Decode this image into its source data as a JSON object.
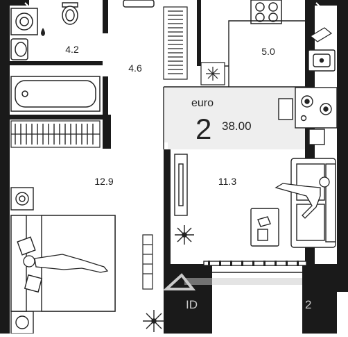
{
  "plan": {
    "type_label": "euro",
    "rooms_number": "2",
    "total_area": "38.00",
    "rooms": [
      {
        "id": "bathroom",
        "area": "4.2"
      },
      {
        "id": "hallway",
        "area": "4.6"
      },
      {
        "id": "kitchen",
        "area": "5.0"
      },
      {
        "id": "bedroom",
        "area": "12.9"
      },
      {
        "id": "living",
        "area": "11.3"
      }
    ]
  },
  "watermark": {
    "text": "ID"
  },
  "colors": {
    "wall": "#1a1a1a",
    "line": "#222222",
    "zone_fill": "#eeeeee",
    "watermark": "#c9c9c9"
  }
}
